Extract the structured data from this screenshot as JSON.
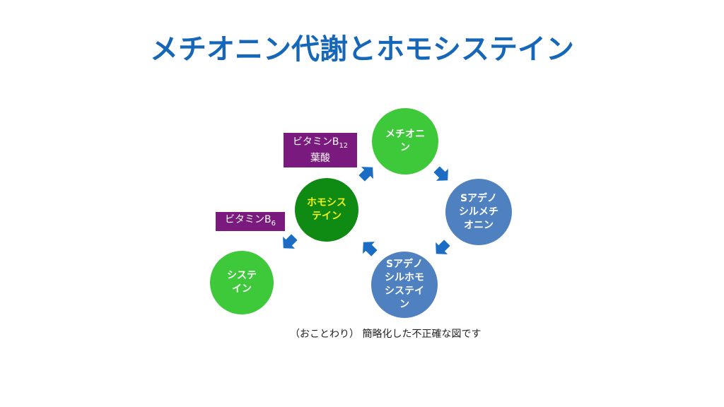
{
  "title": "メチオニン代謝とホモシステイン",
  "nodes": {
    "methionine": "メチオニン",
    "sam": "Sアデノ\nシルメチ\nオニン",
    "sah": "Sアデノ\nシルホモ\nシステイ\nン",
    "homocysteine": "ホモシス\nテイン",
    "cysteine": "システ\nイン"
  },
  "cofactors": {
    "b12_folate": {
      "vitamin": "ビタミンB",
      "sub": "12",
      "line2": "葉酸"
    },
    "b6": {
      "vitamin": "ビタミンB",
      "sub": "6"
    }
  },
  "caption": "（おことわり） 簡略化した不正確な図です",
  "colors": {
    "title": "#1767b9",
    "green": "#3ec93a",
    "dark_green": "#0f8a12",
    "blue": "#4f80bf",
    "purple": "#7a1a7e",
    "arrow": "#1a6cc4"
  }
}
